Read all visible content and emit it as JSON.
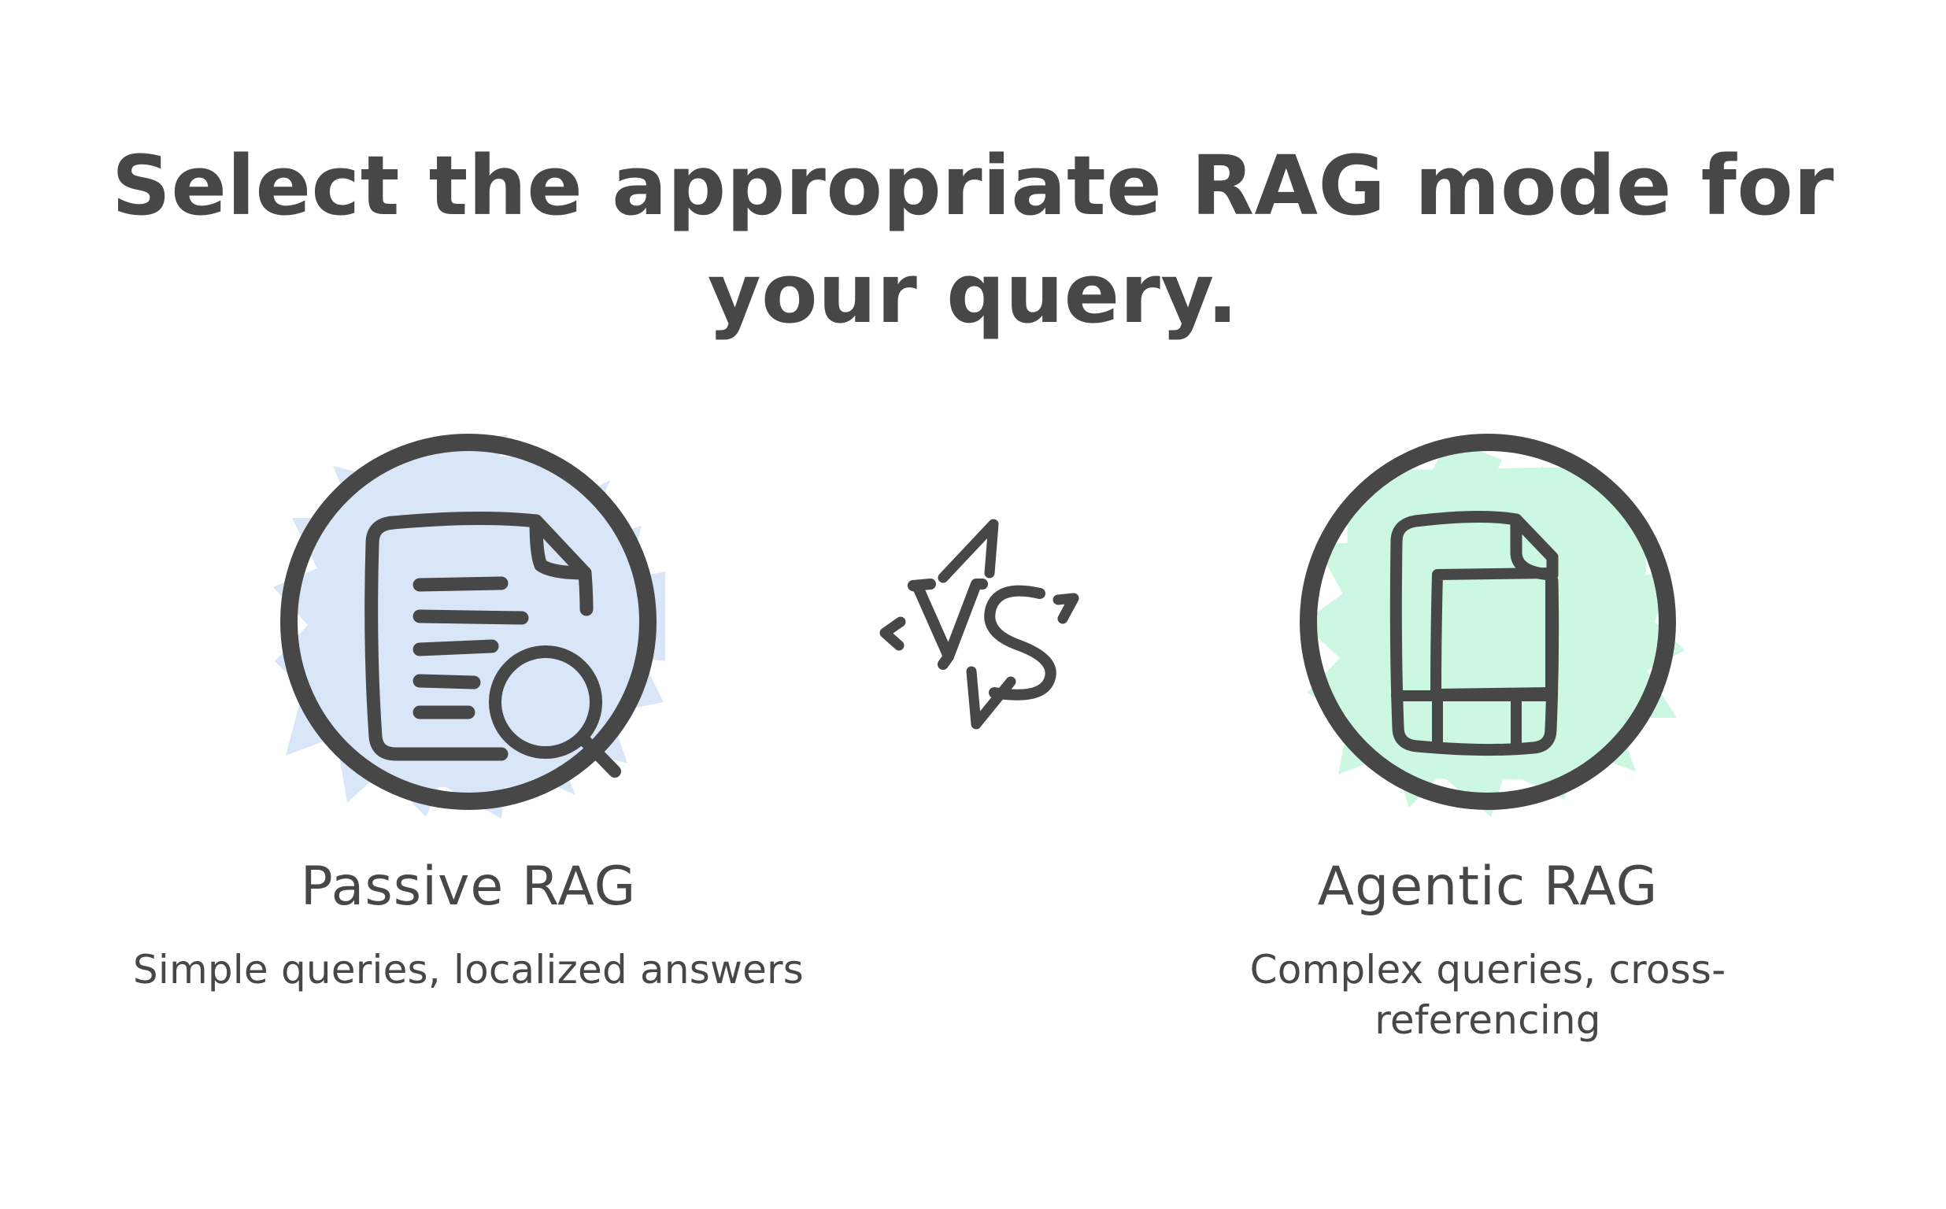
{
  "slide": {
    "background_color": "#ffffff",
    "title": "Select the appropriate RAG mode for your query.",
    "text_color": "#474747"
  },
  "comparison": {
    "separator": {
      "label": "VS",
      "icon": "vs-spark-icon"
    },
    "options": [
      {
        "id": "passive-rag",
        "name": "Passive RAG",
        "description": "Simple queries, localized answers",
        "icon": "document-with-magnifier-icon",
        "accent_color": "#d9e6f8",
        "ring_color": "#474747"
      },
      {
        "id": "agentic-rag",
        "name": "Agentic RAG",
        "description": "Complex queries, cross-referencing",
        "icon": "layered-documents-icon",
        "accent_color": "#ccf7e2",
        "ring_color": "#474747"
      }
    ]
  }
}
